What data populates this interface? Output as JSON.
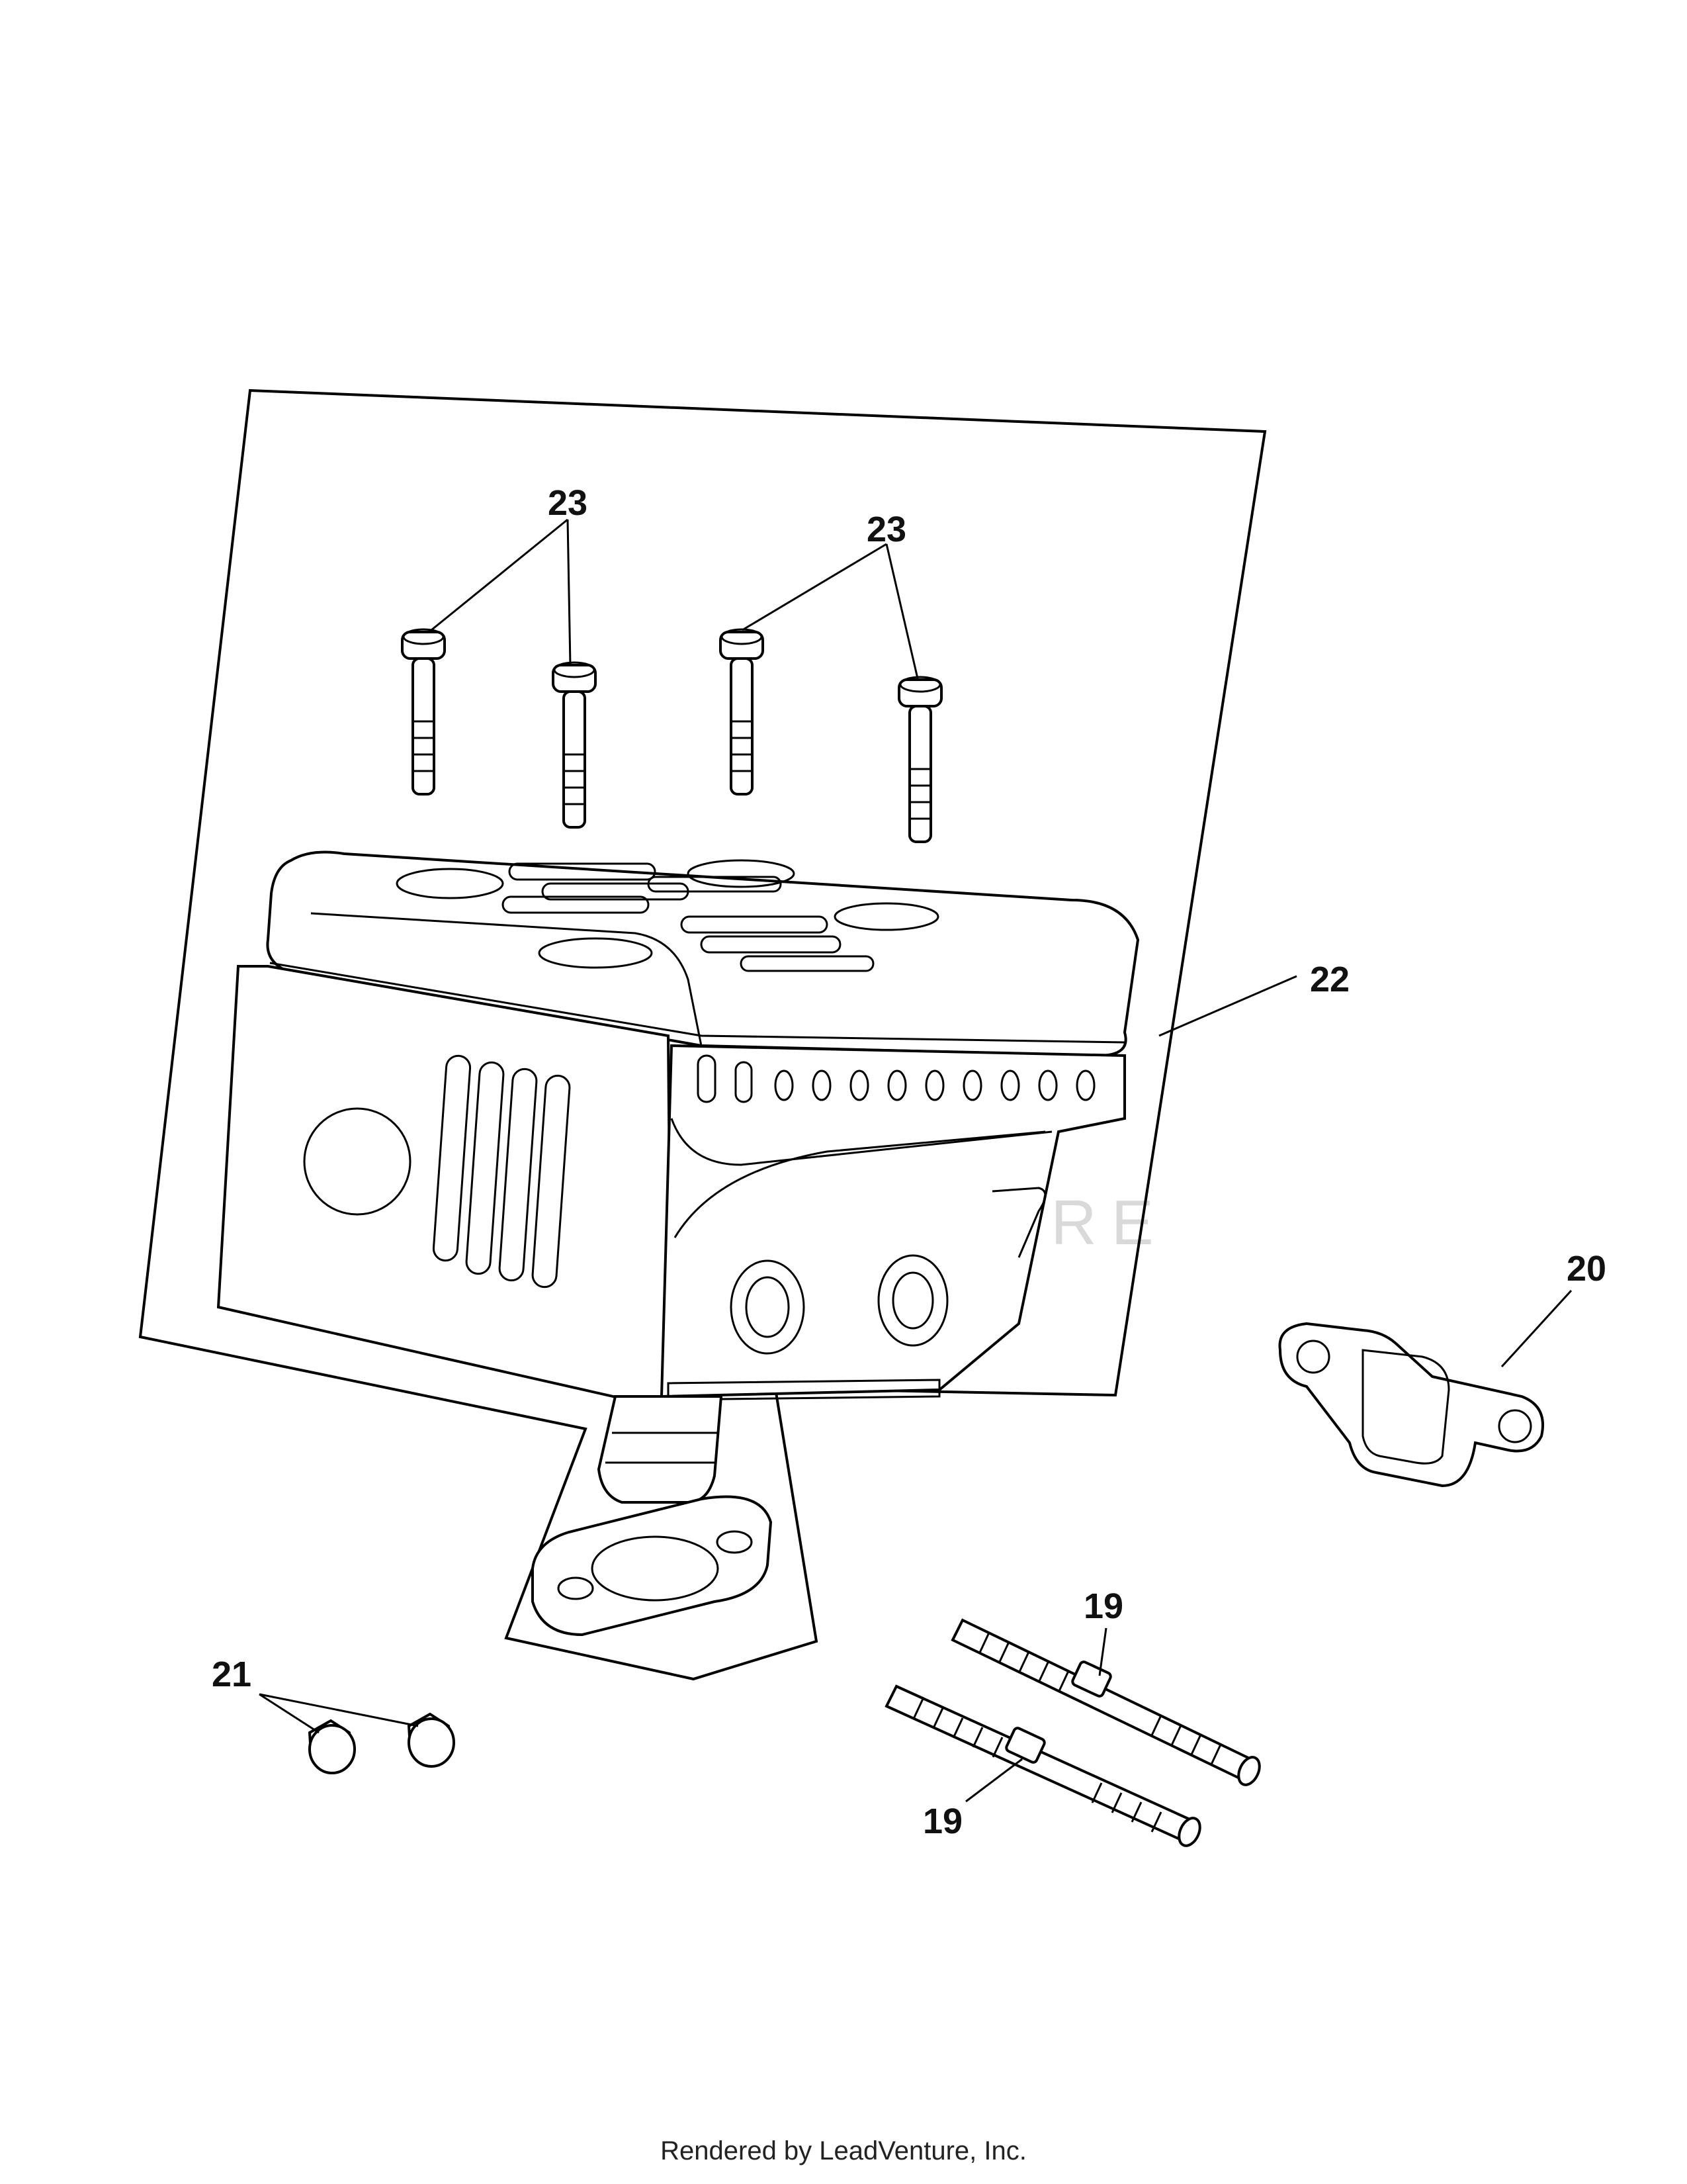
{
  "diagram": {
    "callouts": {
      "screws_left": "23",
      "screws_right": "23",
      "muffler": "22",
      "gasket": "20",
      "nuts": "21",
      "stud_upper": "19",
      "stud_lower": "19"
    },
    "watermark": "LEADVENTURE"
  },
  "footer": {
    "text": "Rendered by LeadVenture, Inc."
  }
}
